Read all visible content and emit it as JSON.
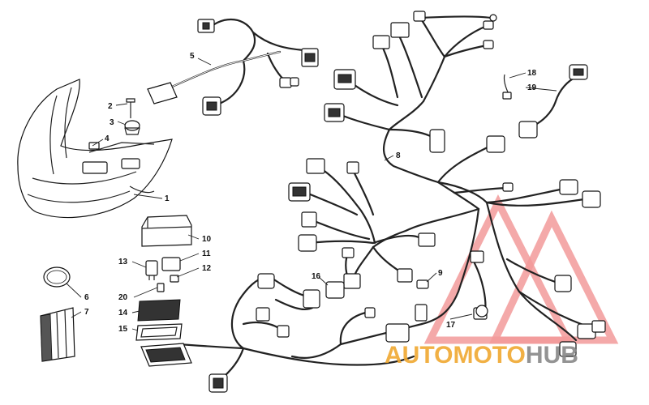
{
  "diagram": {
    "callouts": [
      {
        "id": "1",
        "label": "1"
      },
      {
        "id": "2",
        "label": "2"
      },
      {
        "id": "3",
        "label": "3"
      },
      {
        "id": "4",
        "label": "4"
      },
      {
        "id": "5",
        "label": "5"
      },
      {
        "id": "6",
        "label": "6"
      },
      {
        "id": "7",
        "label": "7"
      },
      {
        "id": "8",
        "label": "8"
      },
      {
        "id": "9",
        "label": "9"
      },
      {
        "id": "10",
        "label": "10"
      },
      {
        "id": "11",
        "label": "11"
      },
      {
        "id": "12",
        "label": "12"
      },
      {
        "id": "13",
        "label": "13"
      },
      {
        "id": "14",
        "label": "14"
      },
      {
        "id": "15",
        "label": "15"
      },
      {
        "id": "16",
        "label": "16"
      },
      {
        "id": "17",
        "label": "17"
      },
      {
        "id": "18",
        "label": "18"
      },
      {
        "id": "19",
        "label": "19"
      },
      {
        "id": "20",
        "label": "20"
      }
    ]
  },
  "watermark": {
    "auto": "AUTO",
    "moto": "MOTO",
    "hub": "HUB",
    "color_main": "#f0a830",
    "color_hub": "#888888",
    "color_triangle": "#f29a9a"
  }
}
